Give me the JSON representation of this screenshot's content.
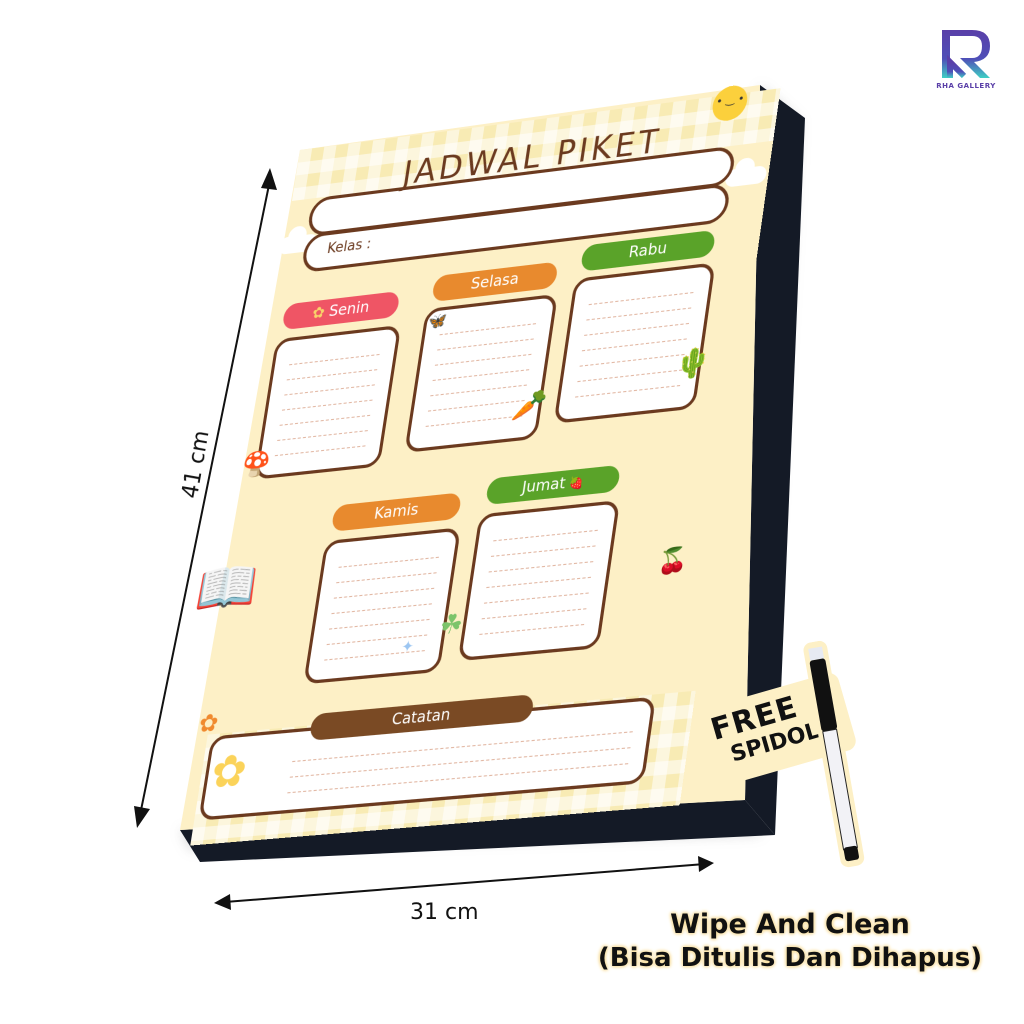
{
  "brand": {
    "logo_letter": "R",
    "name": "RHA GALLERY",
    "colors": {
      "purple": "#5a3fa8",
      "teal": "#3fd0c4"
    }
  },
  "board": {
    "title": "JADWAL PIKET",
    "kelas_label": "Kelas :",
    "kelas_value": "",
    "days": [
      {
        "label": "Senin",
        "color": "#ef5565",
        "icon": "flower-icon"
      },
      {
        "label": "Selasa",
        "color": "#e88a2e",
        "icon": "butterfly-icon"
      },
      {
        "label": "Rabu",
        "color": "#5aa329",
        "icon": "cactus-icon"
      },
      {
        "label": "Kamis",
        "color": "#e88a2e",
        "icon": "sparkle-icon"
      },
      {
        "label": "Jumat",
        "color": "#5aa329",
        "icon": "strawberry-icon"
      }
    ],
    "notes_label": "Catatan",
    "background_color": "#fdf0c6",
    "border_color": "#6b3a1f",
    "frame_color": "#141a26"
  },
  "dimensions": {
    "height": "41 cm",
    "width": "31 cm"
  },
  "promo": {
    "free_line1": "FREE",
    "free_line2": "SPIDOL"
  },
  "tagline": {
    "line1": "Wipe And Clean",
    "line2": "(Bisa Ditulis Dan Dihapus)"
  }
}
